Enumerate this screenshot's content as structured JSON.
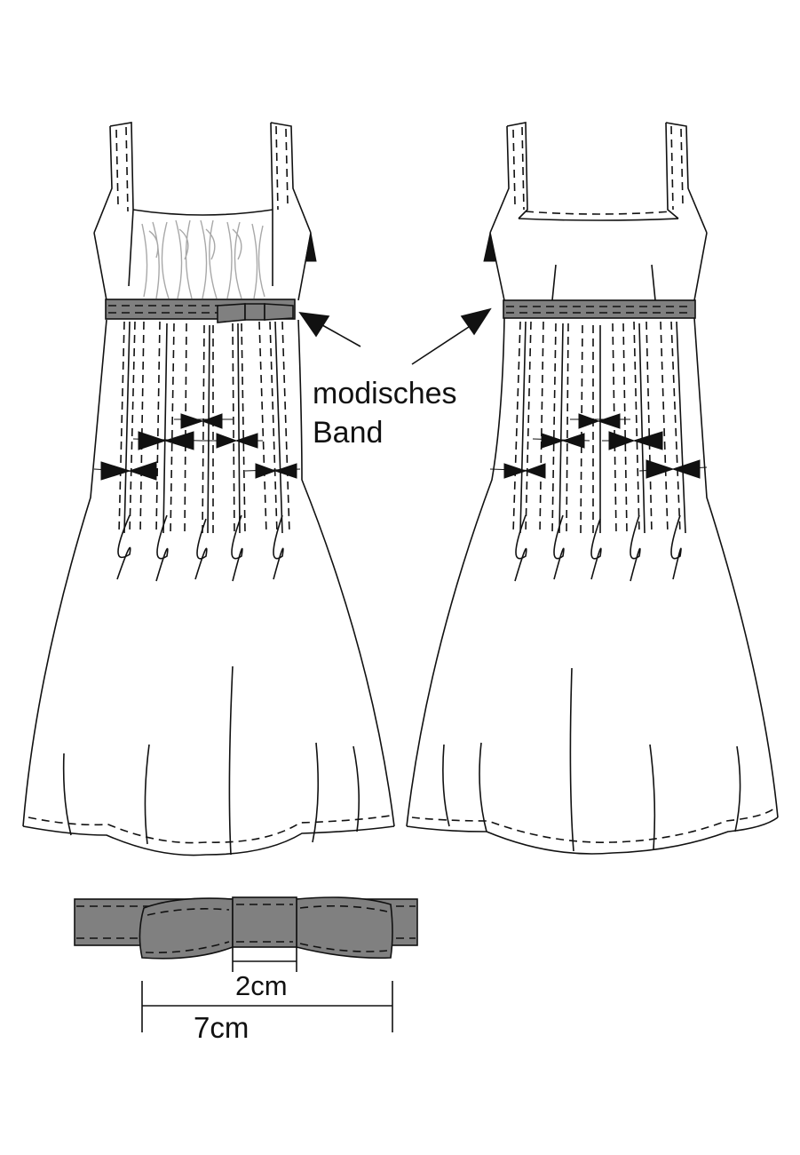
{
  "annotation": {
    "line1": "modisches",
    "line2": "Band"
  },
  "bow_detail": {
    "inner_dimension": "2cm",
    "outer_dimension": "7cm"
  },
  "colors": {
    "ink": "#111111",
    "band_fill": "#808080",
    "gather_lines": "#a8a8a8",
    "background": "#ffffff"
  }
}
